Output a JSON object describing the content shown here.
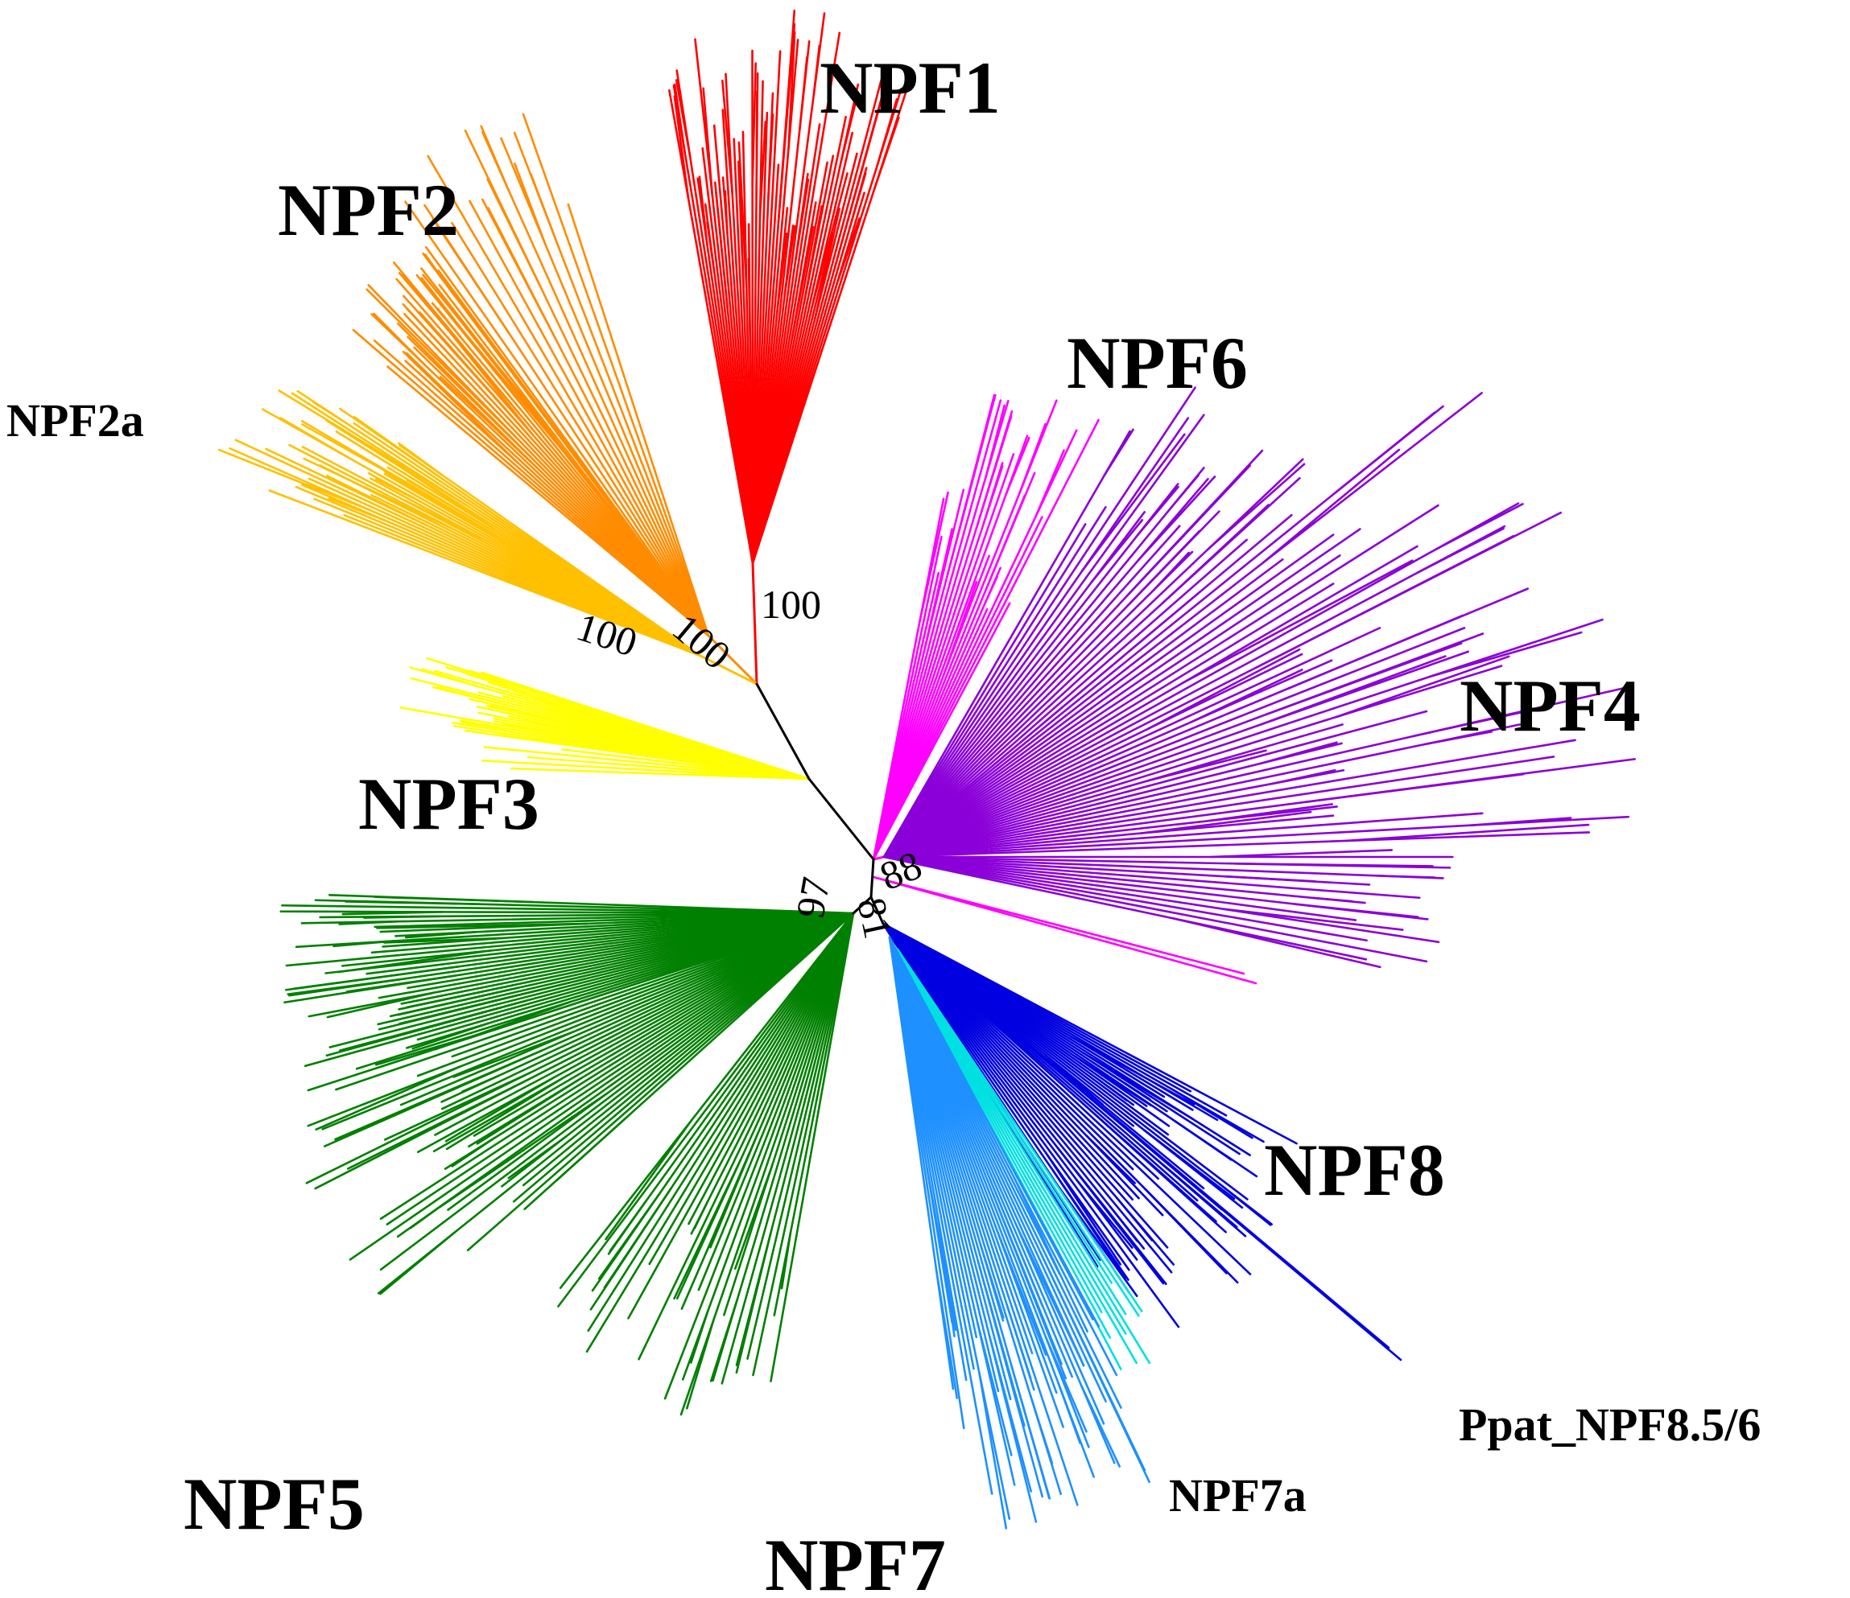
{
  "diagram": {
    "type": "unrooted phylogenetic tree",
    "clades": [
      {
        "id": "npf1",
        "label": "NPF1",
        "color": "#ff0000"
      },
      {
        "id": "npf2",
        "label": "NPF2",
        "color": "#ff8c00"
      },
      {
        "id": "npf2a",
        "label": "NPF2a",
        "color": "#ffc000"
      },
      {
        "id": "npf3",
        "label": "NPF3",
        "color": "#ffff00"
      },
      {
        "id": "npf6",
        "label": "NPF6",
        "color": "#ff00ff"
      },
      {
        "id": "npf4",
        "label": "NPF4",
        "color": "#8b00d8"
      },
      {
        "id": "npf8",
        "label": "NPF8",
        "color": "#0000e0"
      },
      {
        "id": "ppat",
        "label": "Ppat_NPF8.5/6",
        "color": "#0000e0"
      },
      {
        "id": "npf7a",
        "label": "NPF7a",
        "color": "#00e0e0"
      },
      {
        "id": "npf7",
        "label": "NPF7",
        "color": "#1e90ff"
      },
      {
        "id": "npf5",
        "label": "NPF5",
        "color": "#008000"
      }
    ],
    "bootstrap": [
      "100",
      "100",
      "100",
      "88",
      "97",
      "81"
    ],
    "backbone_color": "#000000"
  }
}
